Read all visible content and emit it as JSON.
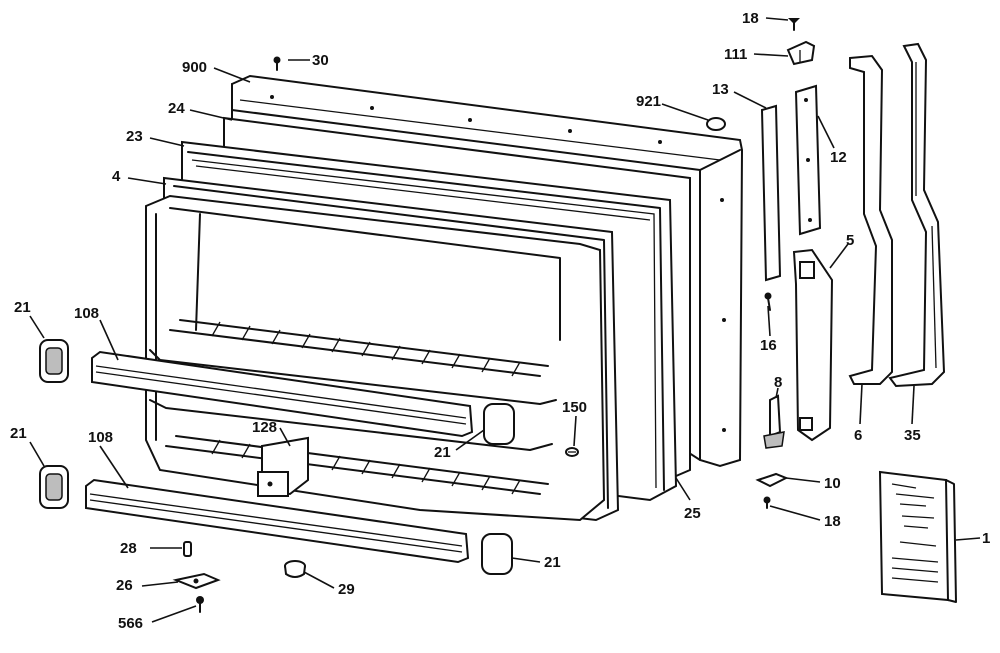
{
  "diagram": {
    "callouts": [
      {
        "id": "c-900",
        "text": "900"
      },
      {
        "id": "c-30",
        "text": "30"
      },
      {
        "id": "c-24",
        "text": "24"
      },
      {
        "id": "c-23",
        "text": "23"
      },
      {
        "id": "c-4",
        "text": "4"
      },
      {
        "id": "c-21a",
        "text": "21"
      },
      {
        "id": "c-108a",
        "text": "108"
      },
      {
        "id": "c-21b",
        "text": "21"
      },
      {
        "id": "c-108b",
        "text": "108"
      },
      {
        "id": "c-128",
        "text": "128"
      },
      {
        "id": "c-21c",
        "text": "21"
      },
      {
        "id": "c-150",
        "text": "150"
      },
      {
        "id": "c-28",
        "text": "28"
      },
      {
        "id": "c-26",
        "text": "26"
      },
      {
        "id": "c-566",
        "text": "566"
      },
      {
        "id": "c-29",
        "text": "29"
      },
      {
        "id": "c-21d",
        "text": "21"
      },
      {
        "id": "c-25",
        "text": "25"
      },
      {
        "id": "c-921",
        "text": "921"
      },
      {
        "id": "c-18a",
        "text": "18"
      },
      {
        "id": "c-111",
        "text": "111"
      },
      {
        "id": "c-13",
        "text": "13"
      },
      {
        "id": "c-12",
        "text": "12"
      },
      {
        "id": "c-5",
        "text": "5"
      },
      {
        "id": "c-16",
        "text": "16"
      },
      {
        "id": "c-8",
        "text": "8"
      },
      {
        "id": "c-10",
        "text": "10"
      },
      {
        "id": "c-18b",
        "text": "18"
      },
      {
        "id": "c-6",
        "text": "6"
      },
      {
        "id": "c-35",
        "text": "35"
      },
      {
        "id": "c-1",
        "text": "1"
      }
    ]
  }
}
